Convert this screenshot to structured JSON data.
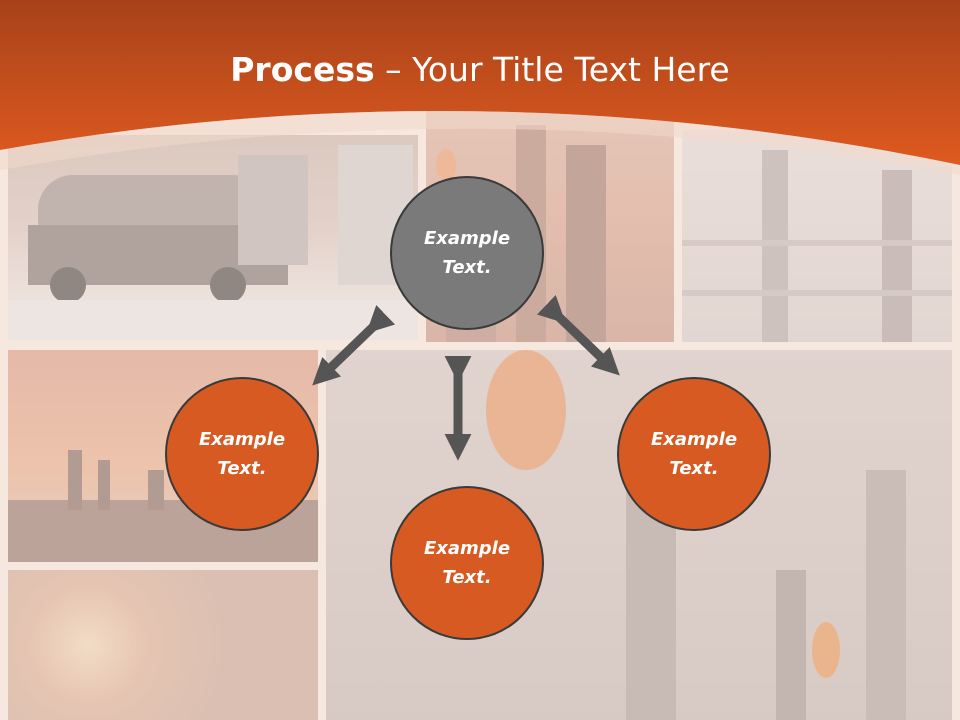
{
  "slide": {
    "title_bold": "Process",
    "title_rest": " – Your Title Text Here"
  },
  "nodes": [
    {
      "line1": "Example",
      "line2": "Text."
    },
    {
      "line1": "Example",
      "line2": "Text."
    },
    {
      "line1": "Example",
      "line2": "Text."
    },
    {
      "line1": "Example",
      "line2": "Text."
    }
  ],
  "colors": {
    "header_orange": "#d6531c",
    "circle_orange": "#d65a22",
    "circle_gray": "#7a7a7a",
    "arrow_gray": "#555555"
  }
}
